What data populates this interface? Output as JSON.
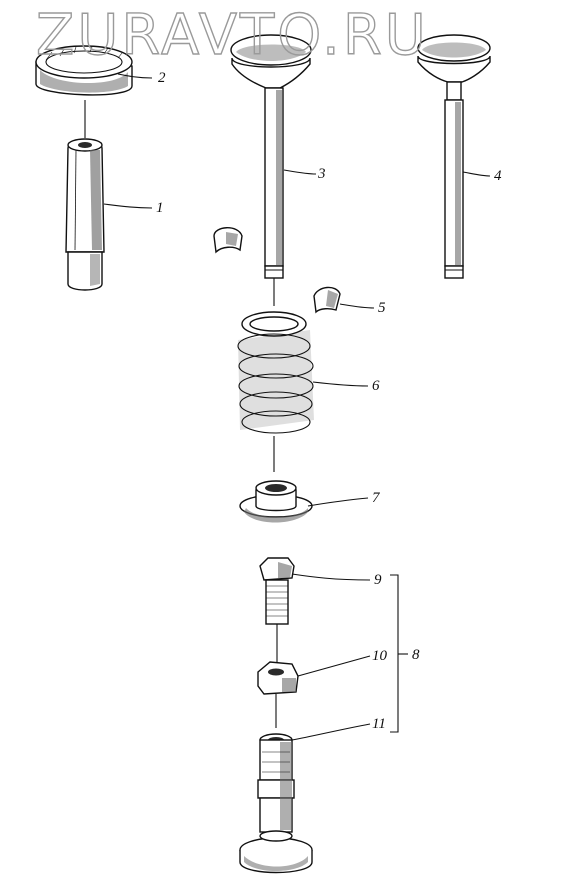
{
  "watermark": "ZURAVTO.RU",
  "callouts": {
    "c1": "1",
    "c2": "2",
    "c3": "3",
    "c4": "4",
    "c5": "5",
    "c6": "6",
    "c7": "7",
    "c8": "8",
    "c9": "9",
    "c10": "10",
    "c11": "11"
  }
}
